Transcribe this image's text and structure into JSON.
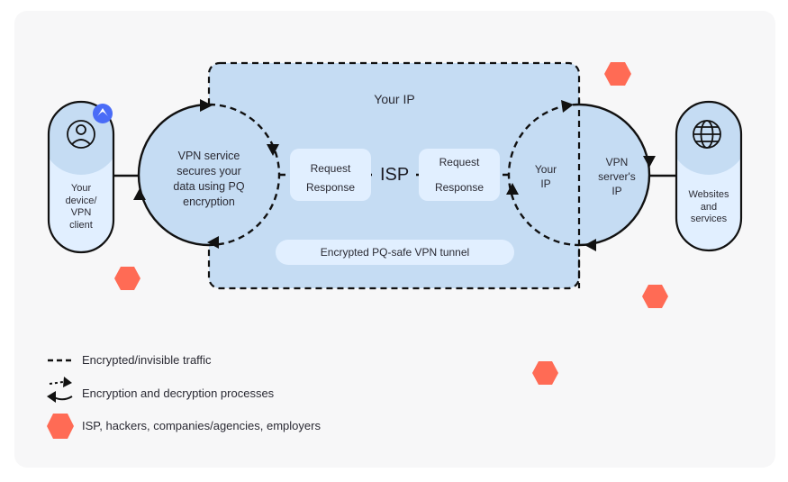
{
  "colors": {
    "card_bg": "#f7f7f8",
    "tunnel_fill": "#c5dcf3",
    "pill_light": "#e1efff",
    "pill_head": "#c5dcf3",
    "threat": "#ff6b55",
    "badge": "#4a6cf7",
    "stroke": "#111111"
  },
  "device": {
    "icon": "user-icon",
    "badge_icon": "vpn-logo-icon",
    "label_lines": [
      "Your",
      "device/",
      "VPN",
      "client"
    ]
  },
  "vpn_service": {
    "label_lines": [
      "VPN service",
      "secures your",
      "data using PQ",
      "encryption"
    ]
  },
  "tunnel": {
    "top_label": "Your IP",
    "bottom_label": "Encrypted PQ-safe VPN tunnel",
    "isp_label": "ISP",
    "left_box": {
      "request": "Request",
      "response": "Response"
    },
    "right_box": {
      "request": "Request",
      "response": "Response"
    }
  },
  "your_ip_half": {
    "label_lines": [
      "Your",
      "IP"
    ]
  },
  "vpn_server": {
    "label_lines": [
      "VPN",
      "server's",
      "IP"
    ]
  },
  "websites": {
    "icon": "globe-icon",
    "label_lines": [
      "Websites",
      "and",
      "services"
    ]
  },
  "threats": {
    "icon": "hexagon-icon",
    "count": 5
  },
  "legend": {
    "items": [
      {
        "icon": "dashed-line-icon",
        "label": "Encrypted/invisible traffic"
      },
      {
        "icon": "cycle-arrows-icon",
        "label": "Encryption and decryption processes"
      },
      {
        "icon": "hexagon-icon",
        "label": "ISP, hackers, companies/agencies, employers"
      }
    ]
  }
}
